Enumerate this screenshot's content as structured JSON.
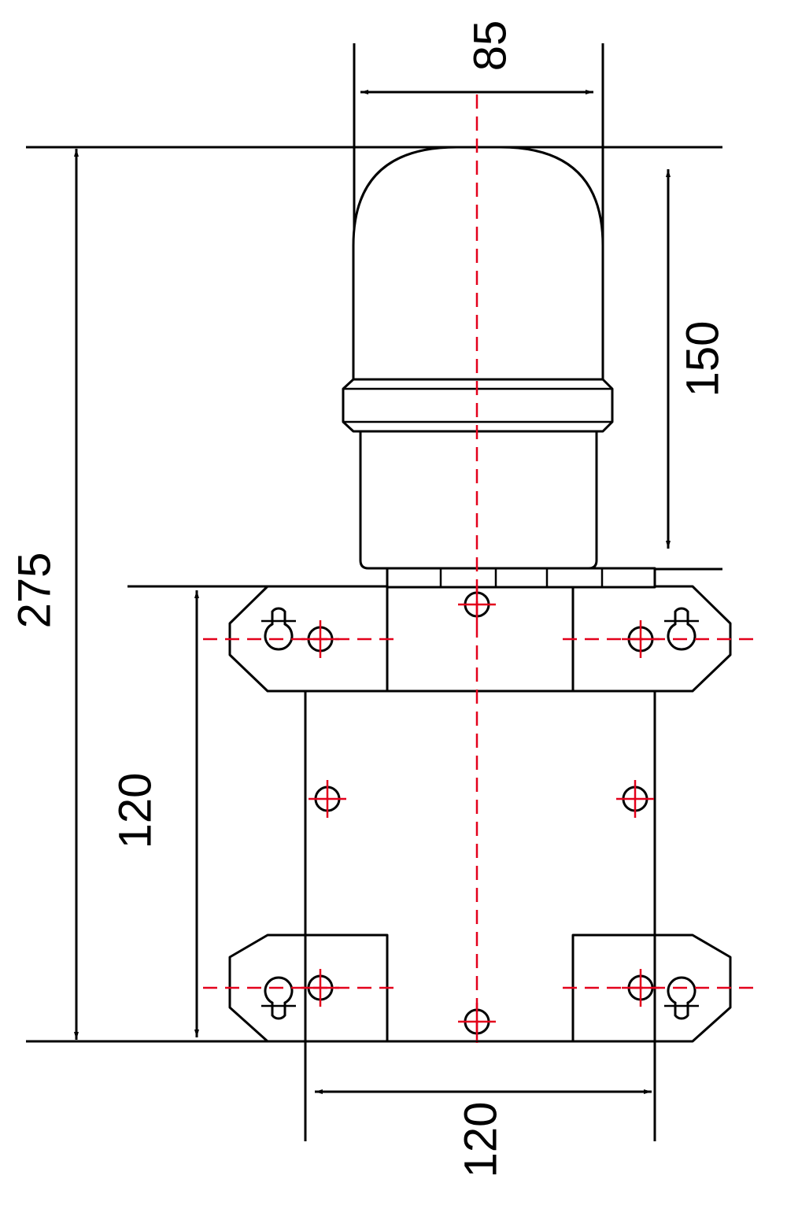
{
  "dimensions": {
    "total_height": "275",
    "lamp_height": "150",
    "lamp_diameter": "85",
    "mount_vertical": "120",
    "mount_horizontal": "120"
  },
  "colors": {
    "outline": "#000000",
    "centerline": "#e3001b",
    "background": "#ffffff"
  }
}
